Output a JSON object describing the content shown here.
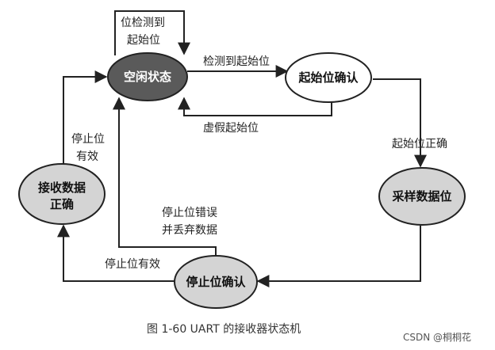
{
  "diagram": {
    "states": {
      "idle": "空闲状态",
      "start_confirm": "起始位确认",
      "sampling": "采样数据位",
      "stop_confirm": "停止位确认",
      "receive_ok_line1": "接收数据",
      "receive_ok_line2": "正确"
    },
    "transitions": {
      "self_loop_line1": "位检测到",
      "self_loop_line2": "起始位",
      "detect_start": "检测到起始位",
      "false_start": "虚假起始位",
      "start_correct": "起始位正确",
      "stop_valid_bottom": "停止位有效",
      "stop_error_line1": "停止位错误",
      "stop_error_line2": "并丢弃数据",
      "stop_valid_left_line1": "停止位",
      "stop_valid_left_line2": "有效"
    },
    "colors": {
      "idle_fill": "#5a5a5a",
      "grey_fill": "#d4d4d4",
      "white_fill": "#ffffff",
      "stroke": "#222222"
    }
  },
  "caption": "图 1-60   UART 的接收器状态机",
  "watermark": "CSDN @桐桐花"
}
